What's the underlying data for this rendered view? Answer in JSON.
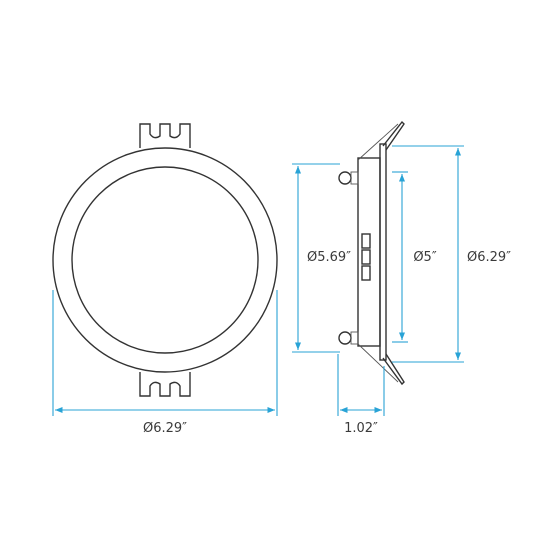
{
  "colors": {
    "outline": "#333333",
    "dimension": "#29a3d6",
    "label": "#3a3a3a",
    "background": "#ffffff"
  },
  "front_view": {
    "width_label": "Ø6.29″"
  },
  "side_view": {
    "cutout_label": "Ø5.69″",
    "inner_label": "Ø5″",
    "outer_label": "Ø6.29″",
    "depth_label": "1.02″"
  }
}
